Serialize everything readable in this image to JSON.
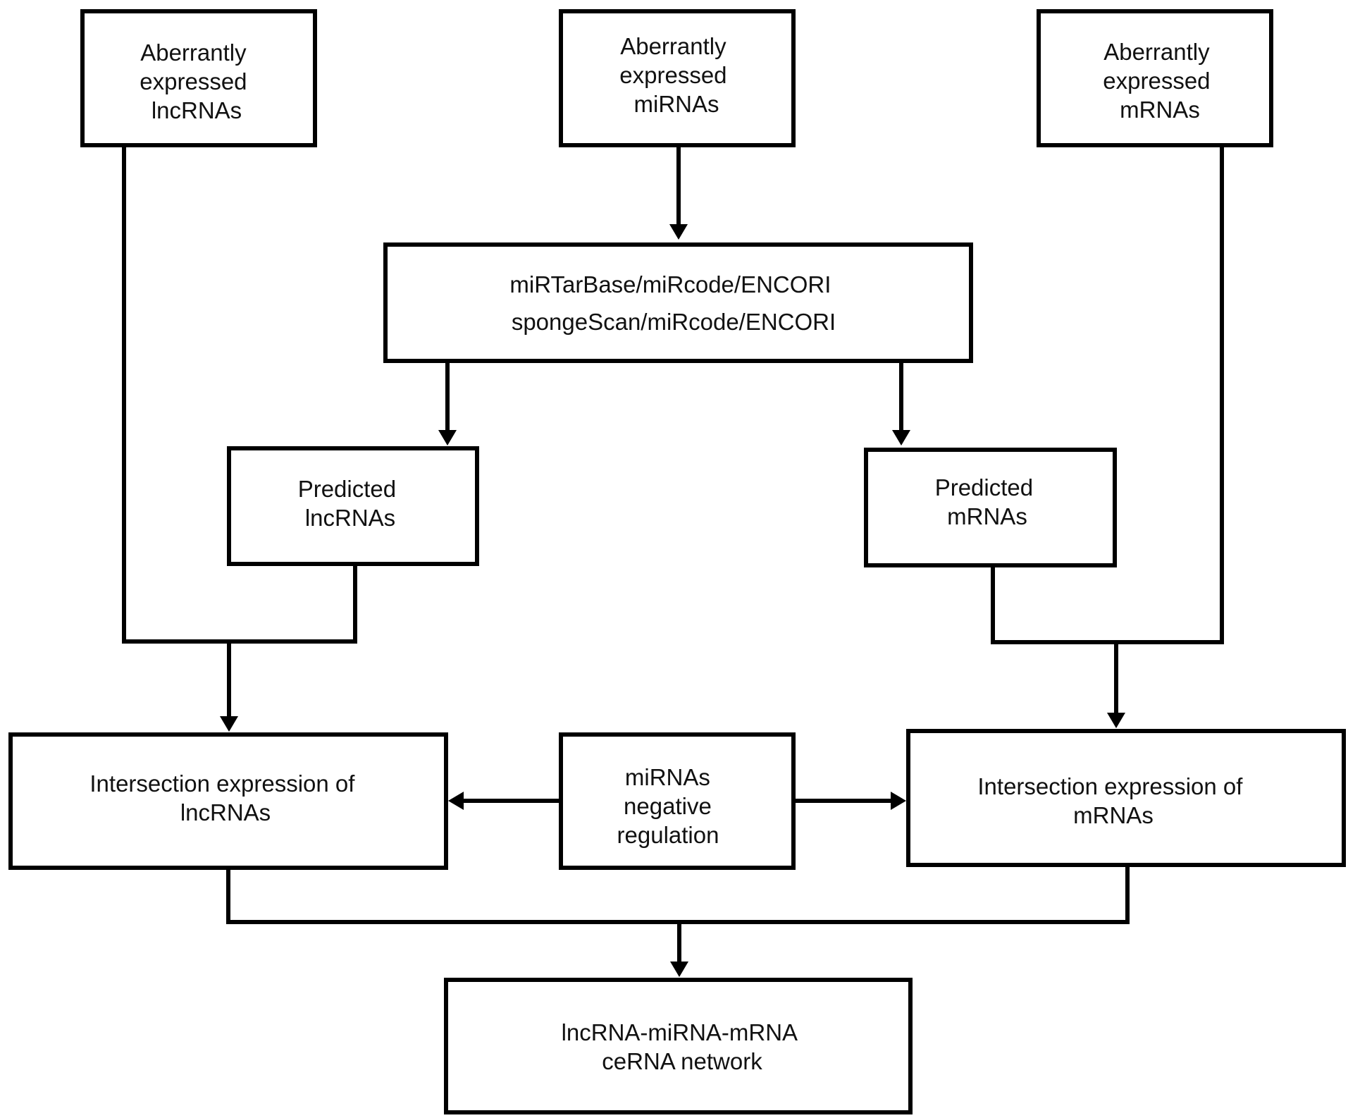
{
  "nodes": {
    "lnc_aberrant": {
      "lines": [
        "Aberrantly",
        "expressed",
        "lncRNAs"
      ]
    },
    "mi_aberrant": {
      "lines": [
        "Aberrantly",
        "expressed",
        "miRNAs"
      ]
    },
    "m_aberrant": {
      "lines": [
        "Aberrantly",
        "expressed",
        "mRNAs"
      ]
    },
    "databases": {
      "lines": [
        "miRTarBase/miRcode/ENCORI",
        "spongeScan/miRcode/ENCORI"
      ]
    },
    "lnc_predicted": {
      "lines": [
        "Predicted",
        "lncRNAs"
      ]
    },
    "m_predicted": {
      "lines": [
        "Predicted",
        "mRNAs"
      ]
    },
    "lnc_intersect": {
      "lines": [
        "Intersection expression of",
        "lncRNAs"
      ]
    },
    "mi_negative": {
      "lines": [
        "miRNAs",
        "negative",
        "regulation"
      ]
    },
    "m_intersect": {
      "lines": [
        "Intersection expression of",
        "mRNAs"
      ]
    },
    "cerna_network": {
      "lines": [
        "lncRNA-miRNA-mRNA",
        "ceRNA network"
      ]
    }
  },
  "edges": [
    {
      "from": "mi_aberrant",
      "to": "databases"
    },
    {
      "from": "databases",
      "to": "lnc_predicted"
    },
    {
      "from": "databases",
      "to": "m_predicted"
    },
    {
      "from": "lnc_aberrant",
      "to": "lnc_intersect"
    },
    {
      "from": "lnc_predicted",
      "to": "lnc_intersect"
    },
    {
      "from": "m_aberrant",
      "to": "m_intersect"
    },
    {
      "from": "m_predicted",
      "to": "m_intersect"
    },
    {
      "from": "mi_negative",
      "to": "lnc_intersect"
    },
    {
      "from": "mi_negative",
      "to": "m_intersect"
    },
    {
      "from": "lnc_intersect",
      "to": "cerna_network"
    },
    {
      "from": "m_intersect",
      "to": "cerna_network"
    }
  ]
}
